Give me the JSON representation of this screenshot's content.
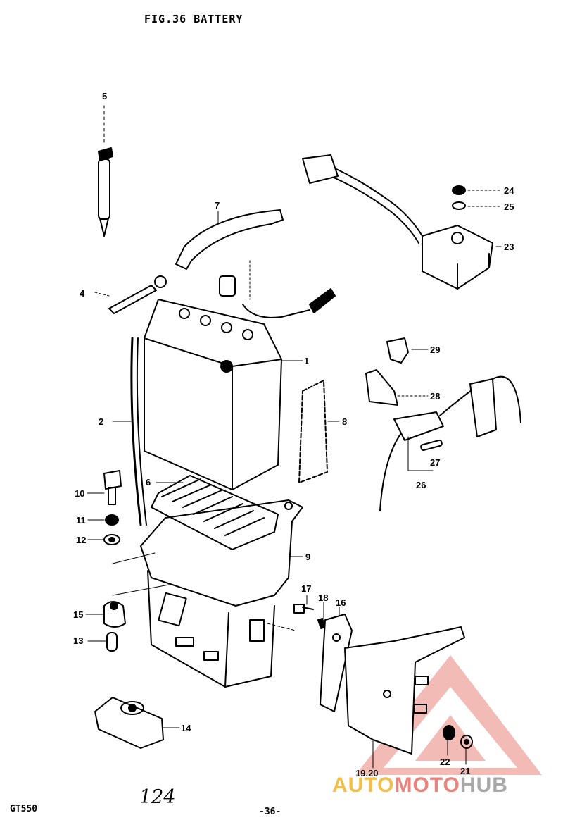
{
  "header": {
    "title": "FIG.36  BATTERY"
  },
  "footer": {
    "model": "GT550",
    "page": "-36-",
    "handwritten_note": "124"
  },
  "callouts": {
    "c1": "1",
    "c2": "2",
    "c4": "4",
    "c5": "5",
    "c6": "6",
    "c7": "7",
    "c8": "8",
    "c9": "9",
    "c10": "10",
    "c11": "11",
    "c12": "12",
    "c13": "13",
    "c14": "14",
    "c15": "15",
    "c16": "16",
    "c17": "17",
    "c18": "18",
    "c19_20": "19.20",
    "c21": "21",
    "c22": "22",
    "c23": "23",
    "c24": "24",
    "c25": "25",
    "c26": "26",
    "c27": "27",
    "c28": "28",
    "c29": "29"
  },
  "watermark": {
    "part1": "AUTO",
    "part2": "MOTO",
    "part3": "HUB",
    "colors": {
      "auto": "#f2c04a",
      "moto": "#e8847c",
      "hub": "#a8a8a8",
      "triangle": "#e8847c"
    }
  }
}
